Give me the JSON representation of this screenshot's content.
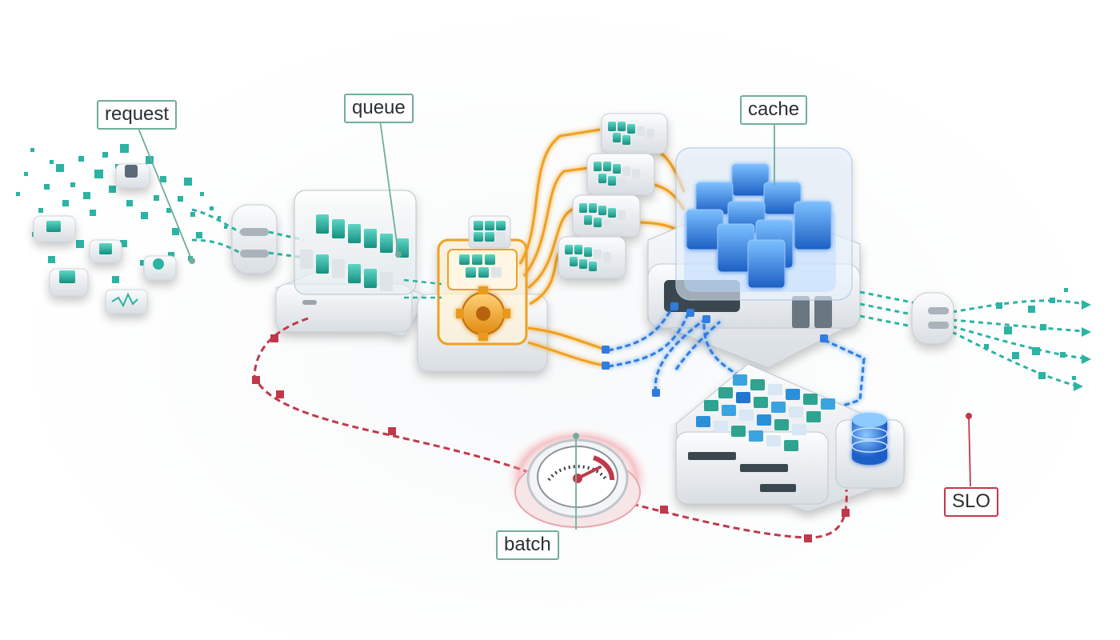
{
  "labels": {
    "request": "request",
    "queue": "queue",
    "cache": "cache",
    "batch": "batch",
    "slo": "SLO"
  },
  "colors": {
    "teal": "#2bb3a3",
    "orange": "#f0a020",
    "blue": "#2e7de0",
    "red": "#c0394a",
    "leader_green": "#6fae9a"
  }
}
